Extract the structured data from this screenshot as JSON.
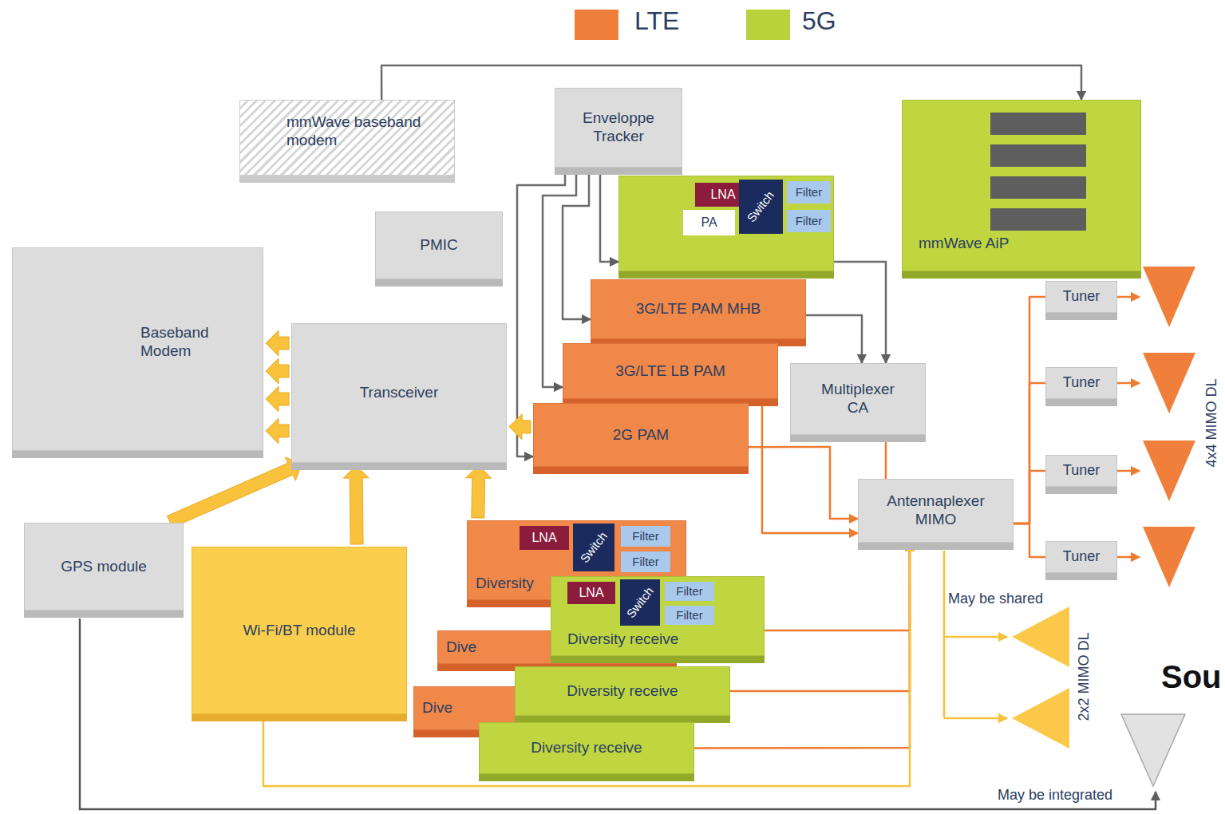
{
  "diagram": {
    "nodes": [
      {
        "text": [
          "mmWave baseband modem"
        ]
      },
      {
        "text": [
          "Enveloppe Tracker"
        ]
      },
      {
        "text": [
          "PMIC"
        ]
      },
      {
        "text": []
      },
      {
        "text": [
          "LNA"
        ],
        "in": 3
      },
      {
        "text": [
          "PA"
        ],
        "in": 3
      },
      {
        "text": [
          "Switch"
        ],
        "in": 3
      },
      {
        "text": [
          "Filter"
        ],
        "in": 3
      },
      {
        "text": [
          "Filter"
        ],
        "in": 3
      },
      {
        "text": [
          "mmWave AiP"
        ]
      },
      {
        "text": [
          "3G/LTE PAM MHB"
        ]
      },
      {
        "text": [
          "3G/LTE LB PAM"
        ]
      },
      {
        "text": [
          "2G PAM"
        ]
      },
      {
        "text": [
          "Baseband Modem"
        ]
      },
      {
        "text": [
          "Transceiver"
        ]
      },
      {
        "text": [
          "Multiplexer CA"
        ]
      },
      {
        "text": [
          "Antennaplexer MIMO"
        ]
      },
      {
        "text": [
          "Tuner"
        ]
      },
      {
        "text": [
          "Tuner"
        ]
      },
      {
        "text": [
          "Tuner"
        ]
      },
      {
        "text": [
          "Tuner"
        ]
      },
      {
        "text": [
          "GPS module"
        ]
      },
      {
        "text": [
          "Wi-Fi/BT module"
        ]
      },
      {
        "text": [
          "Diversity"
        ]
      },
      {
        "text": [
          "LNA"
        ],
        "in": 23
      },
      {
        "text": [
          "Switch"
        ],
        "in": 23
      },
      {
        "text": [
          "Filter"
        ],
        "in": 23
      },
      {
        "text": [
          "Filter"
        ],
        "in": 23
      },
      {
        "text": [
          "Dive"
        ]
      },
      {
        "text": [
          "Dive"
        ]
      },
      {
        "text": [
          "Diversity receive"
        ]
      },
      {
        "text": [
          "LNA"
        ],
        "in": 30
      },
      {
        "text": [
          "Switch"
        ],
        "in": 30
      },
      {
        "text": [
          "Filter"
        ],
        "in": 30
      },
      {
        "text": [
          "Filter"
        ],
        "in": 30
      },
      {
        "text": [
          "Diversity receive"
        ]
      },
      {
        "text": [
          "Diversity receive"
        ]
      }
    ],
    "edges": [
      {
        "from": 0,
        "to": 9,
        "arrow": "to"
      },
      {
        "from": 1,
        "to": 3,
        "arrow": "to"
      },
      {
        "from": 1,
        "to": 10,
        "arrow": "to"
      },
      {
        "from": 1,
        "to": 11,
        "arrow": "to"
      },
      {
        "from": 1,
        "to": 12,
        "arrow": "to"
      },
      {
        "from": 3,
        "to": 15,
        "arrow": "to"
      },
      {
        "from": 10,
        "to": 15,
        "arrow": "to"
      },
      {
        "from": 11,
        "to": 16,
        "arrow": "to"
      },
      {
        "from": 12,
        "to": 16,
        "arrow": "to"
      },
      {
        "from": 15,
        "to": 16,
        "arrow": "none"
      },
      {
        "from": 16,
        "to": 17,
        "arrow": "none"
      },
      {
        "from": 16,
        "to": 18,
        "arrow": "none"
      },
      {
        "from": 16,
        "to": 19,
        "arrow": "none"
      },
      {
        "from": 16,
        "to": 20,
        "arrow": "none"
      },
      {
        "from": 30,
        "to": 16,
        "arrow": "to"
      },
      {
        "from": 35,
        "to": 16,
        "arrow": "to"
      },
      {
        "from": 36,
        "to": 16,
        "arrow": "to"
      },
      {
        "from": 22,
        "to": 16,
        "arrow": "to"
      },
      {
        "from": 21,
        "to": 14,
        "arrow": "to"
      },
      {
        "from": 22,
        "to": 14,
        "arrow": "to"
      },
      {
        "from": 23,
        "to": 14,
        "arrow": "to"
      },
      {
        "from": 12,
        "to": 14,
        "arrow": "to"
      },
      {
        "from": 14,
        "to": 13,
        "arrow": "to"
      },
      {
        "from": 14,
        "to": 13,
        "arrow": "to"
      },
      {
        "from": 14,
        "to": 13,
        "arrow": "to"
      },
      {
        "from": 14,
        "to": 13,
        "arrow": "to"
      }
    ],
    "labels": [
      "4x4 MIMO DL",
      "May be shared",
      "2x2 MIMO DL",
      "May be integrated",
      "Sou"
    ],
    "legend": [
      {
        "text": "LTE",
        "color": "#f07f3c"
      },
      {
        "text": "5G",
        "color": "#b9d23c"
      }
    ]
  }
}
